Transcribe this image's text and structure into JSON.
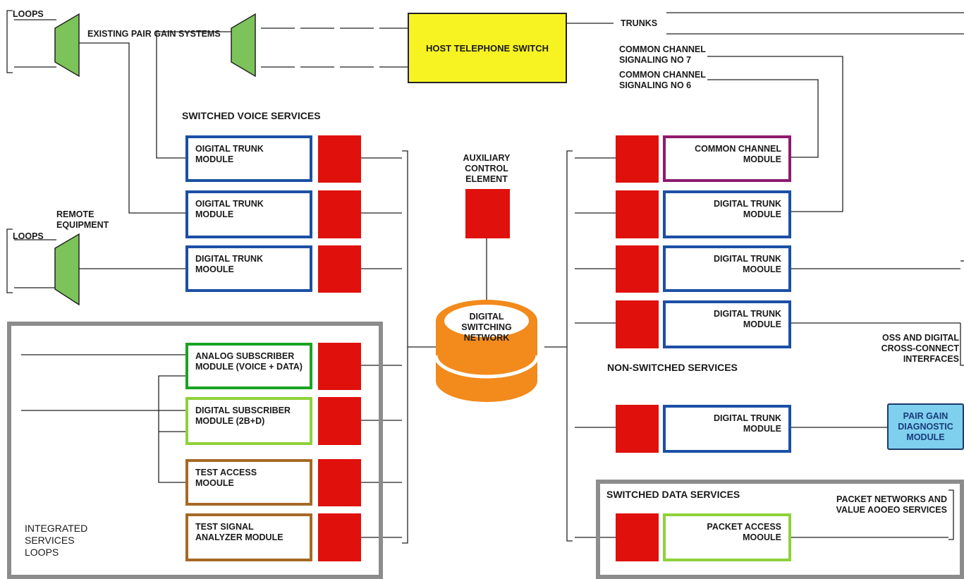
{
  "host_switch": "HOST TELEPHONE SWITCH",
  "labels": {
    "loops_top": "LOOPS",
    "loops_mid": "LOOPS",
    "existing_pair_gain": "EXISTING PAIR GAIN SYSTEMS",
    "remote_equipment": "REMOTE\nEQUIPMENT",
    "trunks": "TRUNKS",
    "ccs7": "COMMON CHANNEL\nSIGNALING No 7",
    "ccs6": "COMMON CHANNEL\nSIGNALING No 6",
    "switched_voice": "SWITCHED VOICE SERVICES",
    "auxiliary": "AUXILIARY\nCONTROL\nELEMENT",
    "dsn": "DIGITAL\nSWITCHING\nNETWORK",
    "non_switched": "NON-SWITCHED SERVICES",
    "oss": "OSS AND DIGITAL\nCROSS-CONNECT\nINTERFACES",
    "switched_data": "SWITCHED DATA SERVICES",
    "packet_networks": "PACKET NETWORKS AND\nVALUE AOOEO SERVICES",
    "isl": "INTEGRATED\nSERVICES\nLOOPS"
  },
  "left_modules": [
    "OIGITAL TRUNK\nMODULE",
    "OIGITAL TRUNK\nMODULE",
    "DIGITAL TRUNK\nMOOULE",
    "ANALOG SUBSCRIBER\nMODULE (VOICE + DATA)",
    "DIGITAL SUBSCRIBER\nMODULE (2B+D)",
    "TEST ACCESS\nMOOULE",
    "TEST SIGNAL\nANALYZER MODULE"
  ],
  "right_modules": [
    "COMMON CHANNEL\nMODULE",
    "DIGITAL TRUNK\nMODULE",
    "DIGITAL TRUNK\nMOOULE",
    "DIGITAL TRUNK\nMODULE",
    "DIGITAL TRUNK\nMODULE",
    "PACKET ACCESS\nMOOULE"
  ],
  "pair_gain_diag": "PAIR GAIN\nDIAGNOSTIC\nMODULE",
  "colors": {
    "red": "#e0100c",
    "yellow": "#f7f323",
    "orange": "#f28a1c",
    "green": "#7cc45a",
    "blue": "#1c4fa6",
    "purple": "#8e1a6e",
    "cyan": "#7fd0ee",
    "gray": "#8c8c8c"
  }
}
